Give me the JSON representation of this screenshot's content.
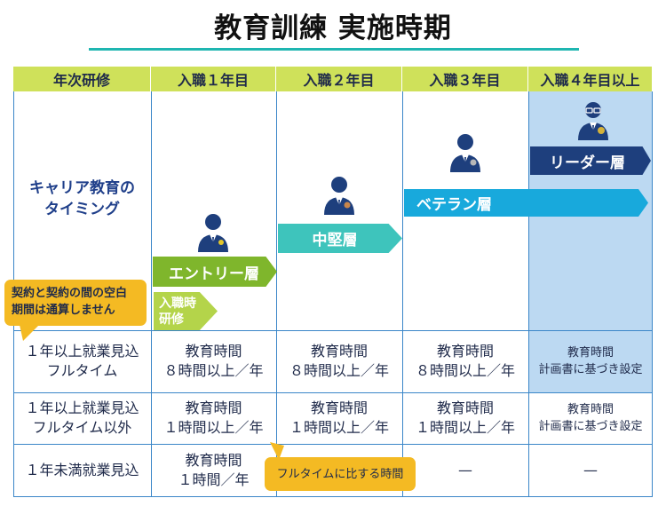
{
  "title": "教育訓練 実施時期",
  "headers": [
    "年次研修",
    "入職１年目",
    "入職２年目",
    "入職３年目",
    "入職４年目以上"
  ],
  "career_label": [
    "キャリア教育の",
    "タイミング"
  ],
  "stages": {
    "entry": "エントリー層",
    "induction": [
      "入職時",
      "研修"
    ],
    "mid": "中堅層",
    "veteran": "ベテラン層",
    "leader": "リーダー層"
  },
  "callouts": {
    "gap": [
      "契約と契約の間の空白",
      "期間は通算しません"
    ],
    "fulltime_ratio": "フルタイムに比する時間"
  },
  "rows": [
    {
      "label": [
        "１年以上就業見込",
        "フルタイム"
      ],
      "cells": [
        [
          "教育時間",
          "８時間以上／年"
        ],
        [
          "教育時間",
          "８時間以上／年"
        ],
        [
          "教育時間",
          "８時間以上／年"
        ],
        [
          "教育時間",
          "計画書に基づき設定"
        ]
      ]
    },
    {
      "label": [
        "１年以上就業見込",
        "フルタイム以外"
      ],
      "cells": [
        [
          "教育時間",
          "１時間以上／年"
        ],
        [
          "教育時間",
          "１時間以上／年"
        ],
        [
          "教育時間",
          "１時間以上／年"
        ],
        [
          "教育時間",
          "計画書に基づき設定"
        ]
      ]
    },
    {
      "label": [
        "１年未満就業見込"
      ],
      "cells": [
        [
          "教育時間",
          "１時間／年"
        ],
        [],
        [
          "—"
        ],
        [
          "—"
        ]
      ]
    }
  ],
  "colors": {
    "header": "#cfe15a",
    "grid_line": "#3a86c8",
    "senior_column": "#bcd9f2",
    "entry": "#7fb62c",
    "induction": "#b4d44a",
    "mid": "#3ec4bc",
    "veteran": "#18a9dc",
    "leader": "#1e3f7d",
    "callout": "#f4ba23",
    "title_rule": "#1fb6b1"
  },
  "icons": [
    "person-entry-icon",
    "person-mid-icon",
    "person-veteran-icon",
    "person-leader-icon"
  ]
}
